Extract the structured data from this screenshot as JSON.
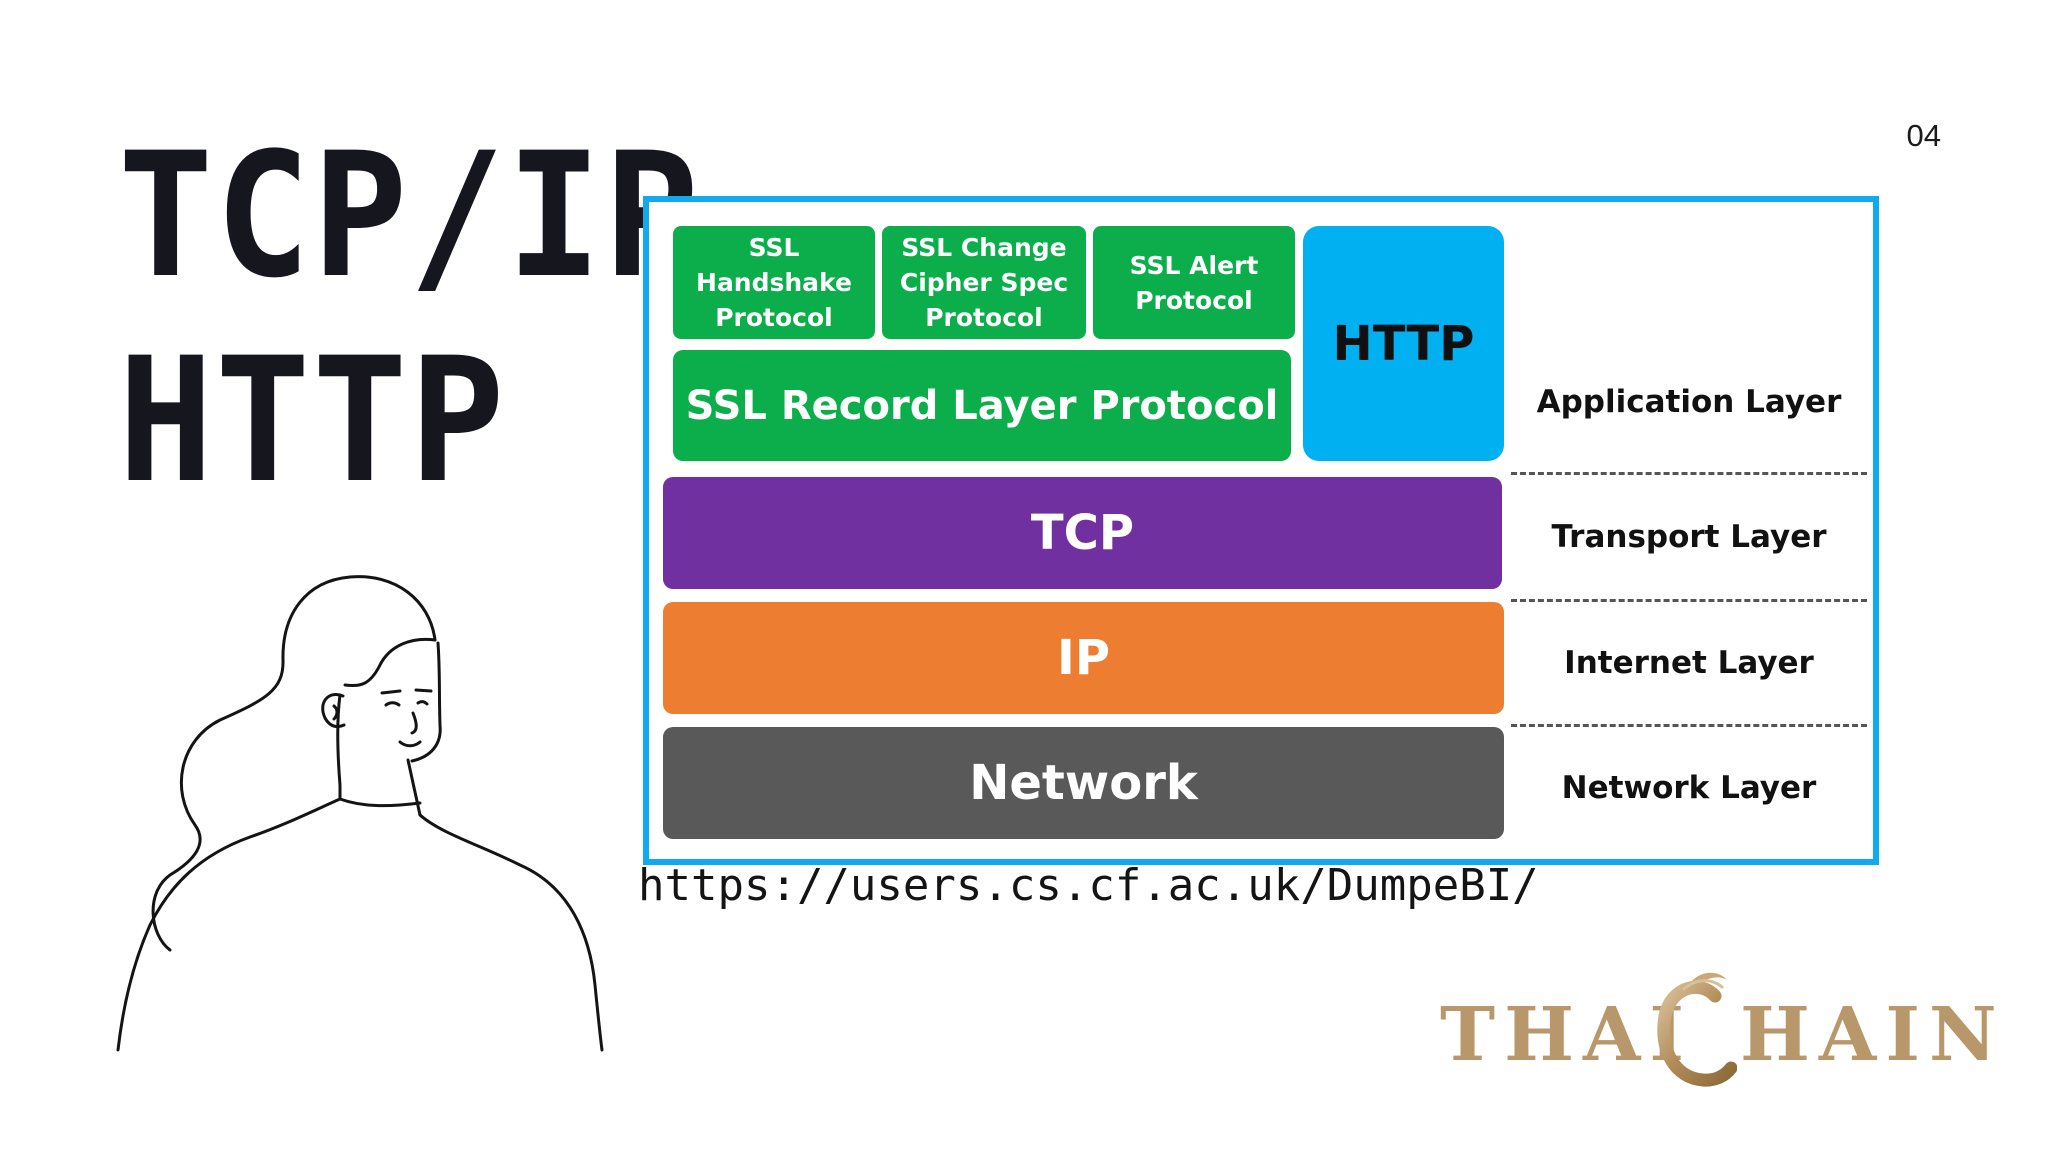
{
  "slide": {
    "title_line1": "TCP/IP",
    "title_line2": "HTTP",
    "page_number": "04",
    "source_url": "https://users.cs.cf.ac.uk/DumpeBI/"
  },
  "diagram": {
    "ssl_handshake": "SSL\nHandshake\nProtocol",
    "ssl_change_cipher": "SSL Change\nCipher Spec\nProtocol",
    "ssl_alert": "SSL Alert\nProtocol",
    "ssl_record": "SSL Record Layer Protocol",
    "http": "HTTP",
    "tcp": "TCP",
    "ip": "IP",
    "network": "Network",
    "layers": {
      "application": "Application Layer",
      "transport": "Transport Layer",
      "internet": "Internet Layer",
      "network": "Network Layer"
    },
    "colors": {
      "frame": "#11aaee",
      "ssl_green": "#0cae4c",
      "http_blue": "#00b0f0",
      "tcp_purple": "#7030a0",
      "ip_orange": "#ed7d31",
      "network_gray": "#595959"
    }
  },
  "logo": {
    "left_text": "THAI",
    "right_text": "HAIN",
    "color": "#b8976a"
  },
  "illustration": {
    "icon": "woman-line-drawing-icon"
  }
}
